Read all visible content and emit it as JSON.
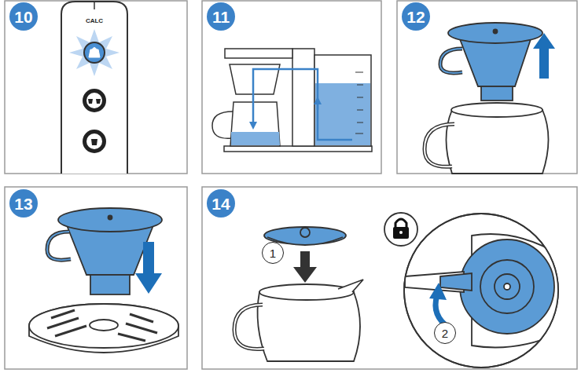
{
  "diagram": {
    "nodes": [
      {
        "text": [
          "10"
        ]
      },
      {
        "text": [
          "11"
        ]
      },
      {
        "text": [
          "12"
        ]
      },
      {
        "text": [
          "13"
        ]
      },
      {
        "text": [
          "14"
        ]
      },
      {
        "text": [
          "1"
        ]
      },
      {
        "text": [
          "2"
        ]
      }
    ],
    "labels": [
      "CALC"
    ]
  }
}
